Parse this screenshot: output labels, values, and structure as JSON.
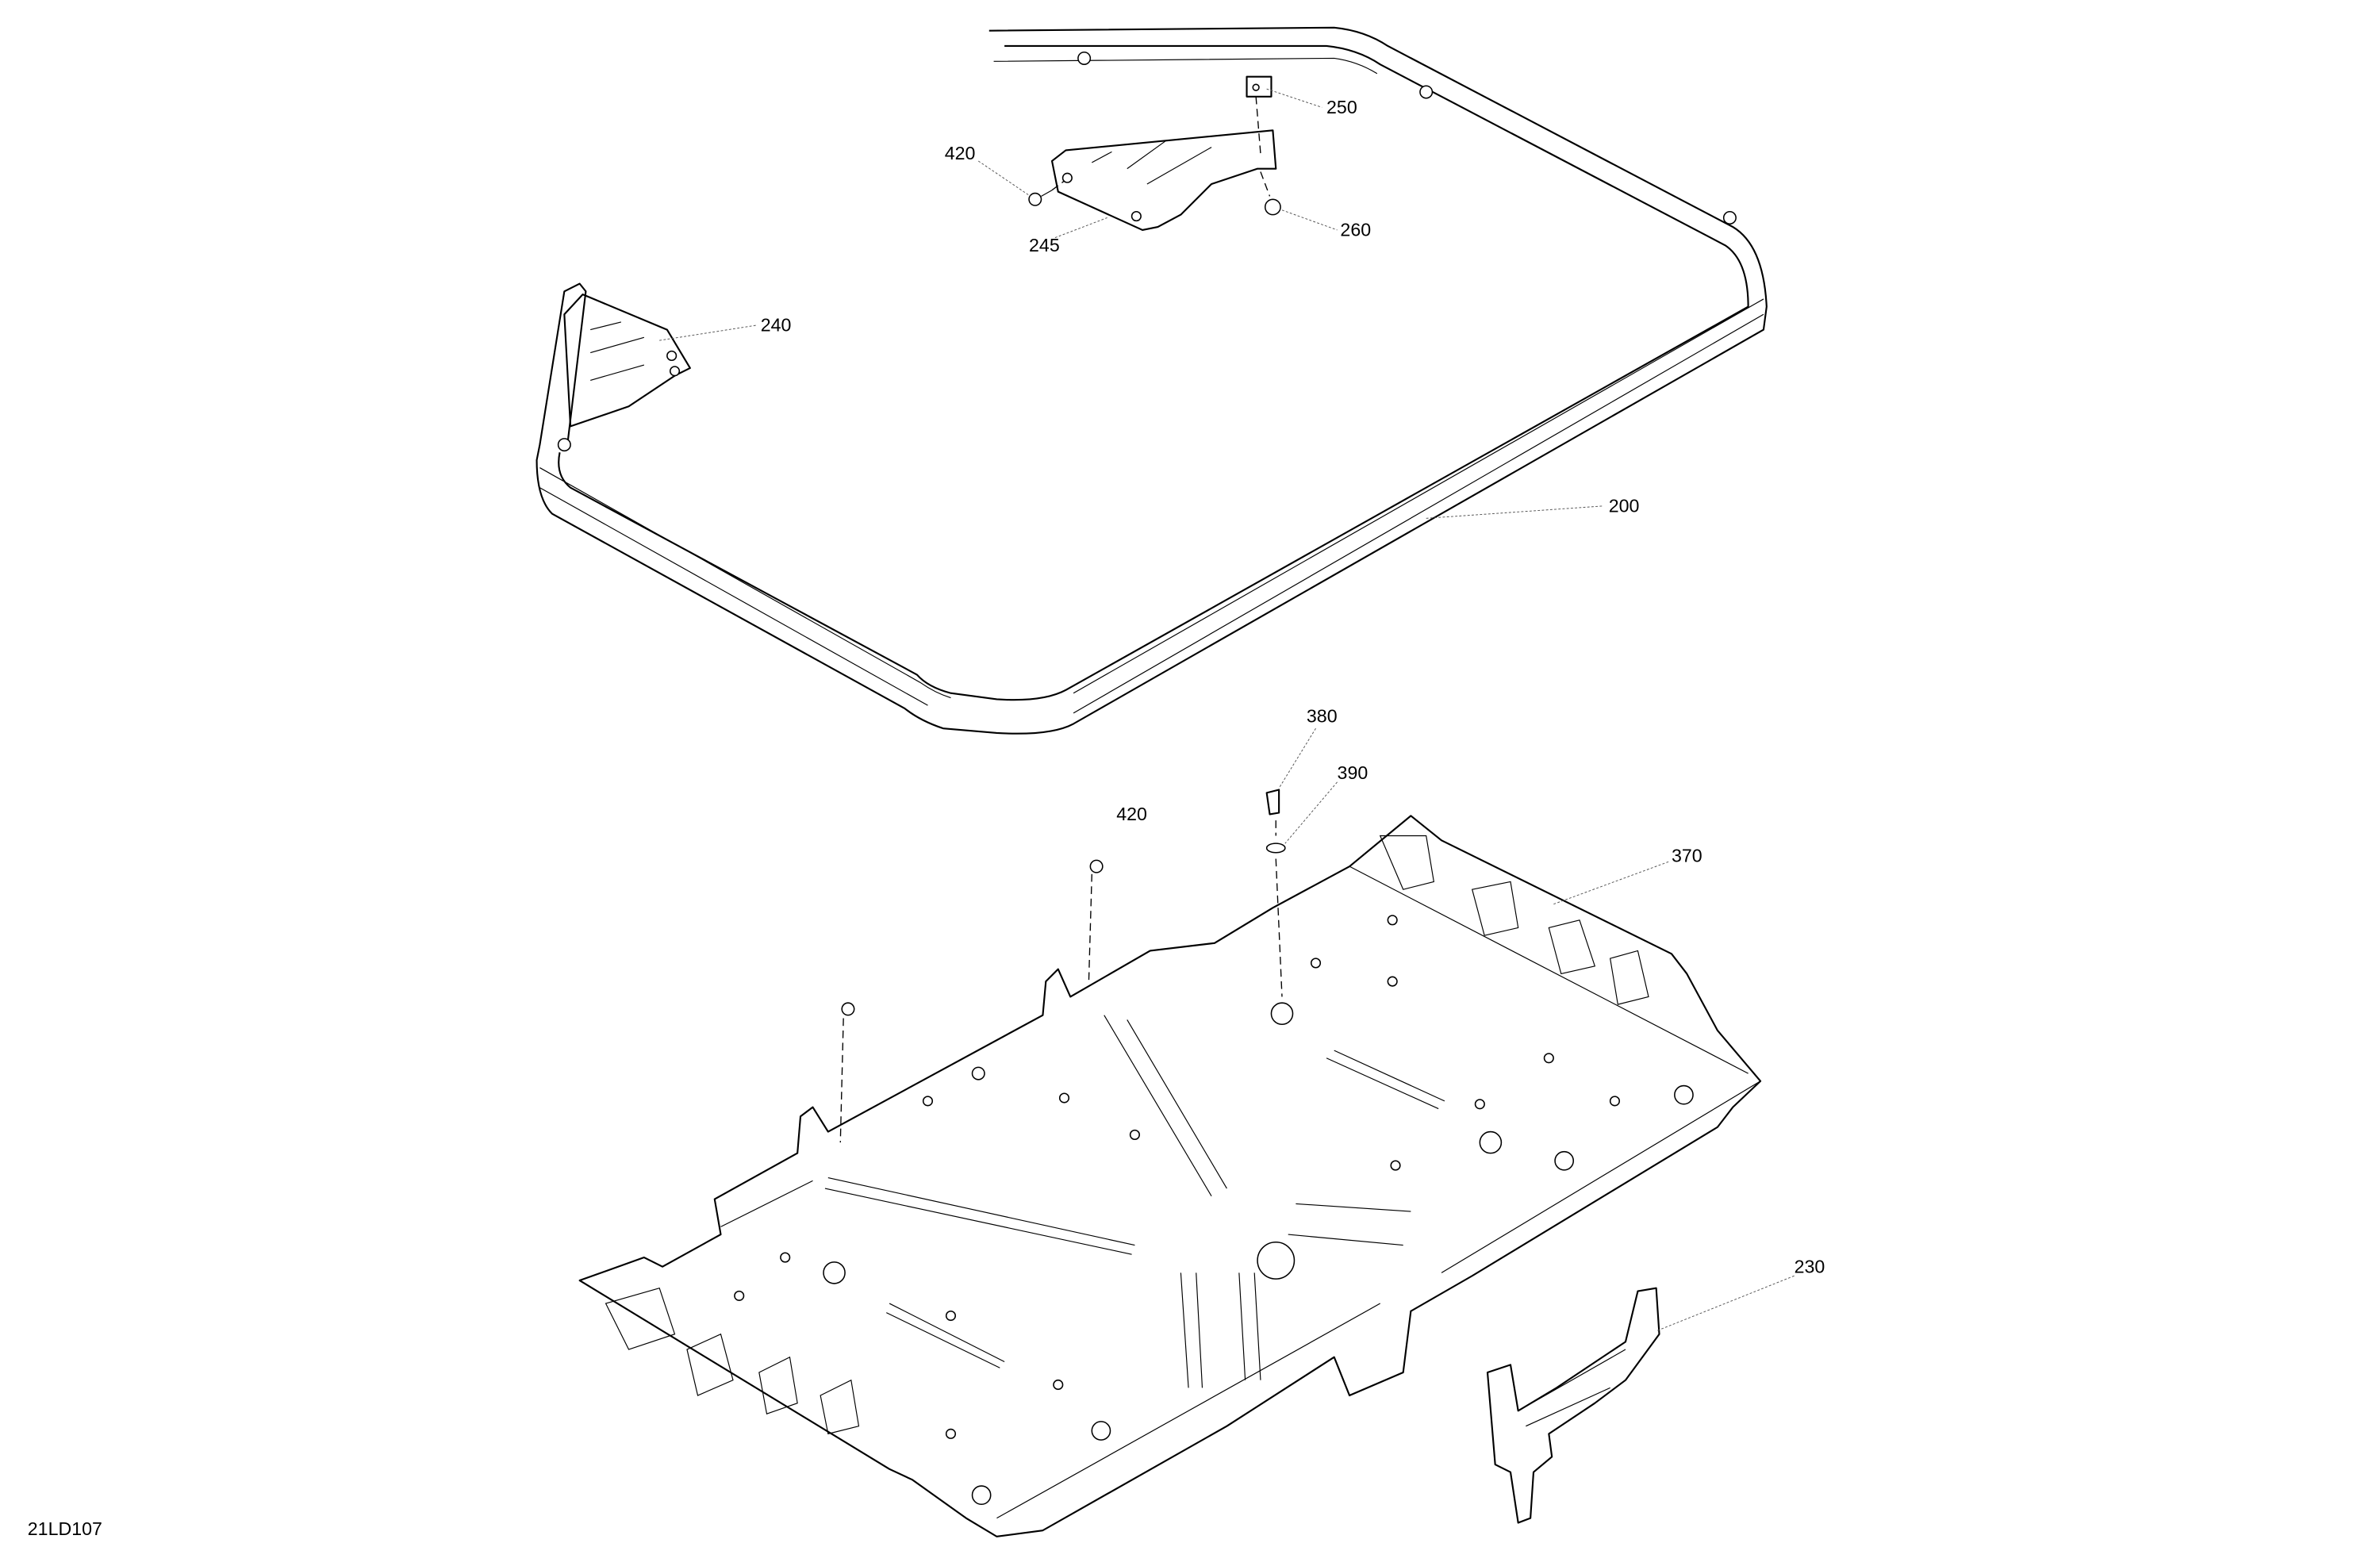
{
  "diagram_id": "21LD107",
  "callouts": {
    "c200": "200",
    "c230": "230",
    "c240": "240",
    "c245": "245",
    "c250": "250",
    "c260": "260",
    "c370": "370",
    "c380": "380",
    "c390": "390",
    "c420a": "420",
    "c420b": "420"
  }
}
